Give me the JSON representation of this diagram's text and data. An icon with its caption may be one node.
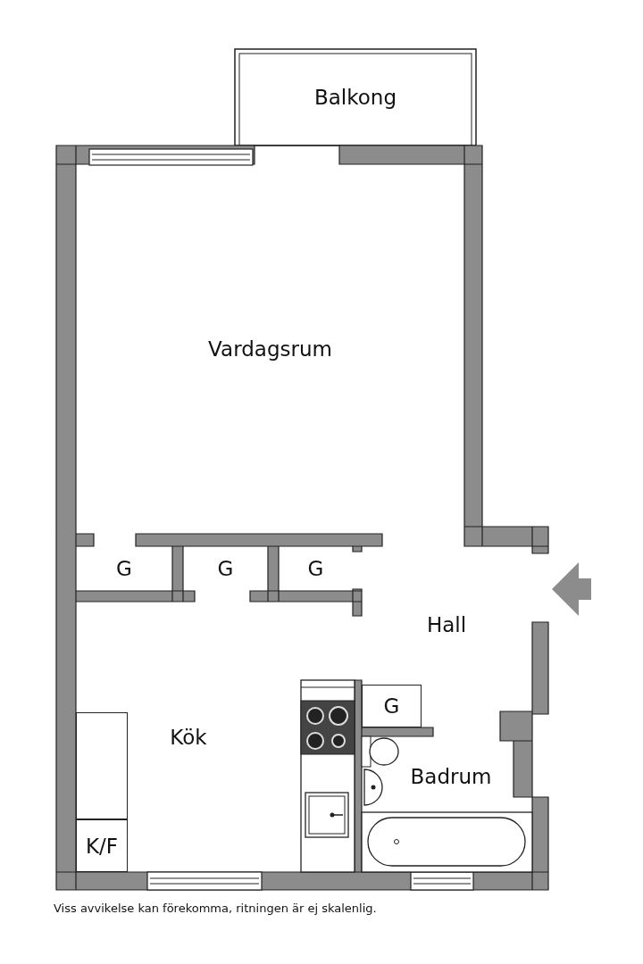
{
  "diagram": {
    "caption": "Viss avvikelse kan förekomma, ritningen är ej skalenlig.",
    "nodes": [
      {
        "text": [
          "Balkong"
        ]
      },
      {
        "text": [
          "Vardagsrum"
        ]
      },
      {
        "text": [
          "G"
        ]
      },
      {
        "text": [
          "G"
        ]
      },
      {
        "text": [
          "G"
        ]
      },
      {
        "text": [
          "Hall"
        ]
      },
      {
        "text": [
          "G"
        ]
      },
      {
        "text": [
          "Kök"
        ]
      },
      {
        "text": [
          "Badrum"
        ]
      },
      {
        "text": [],
        "shape": "box",
        "in": 7
      },
      {
        "text": [
          "K/F"
        ],
        "in": 7
      }
    ],
    "edges": []
  }
}
